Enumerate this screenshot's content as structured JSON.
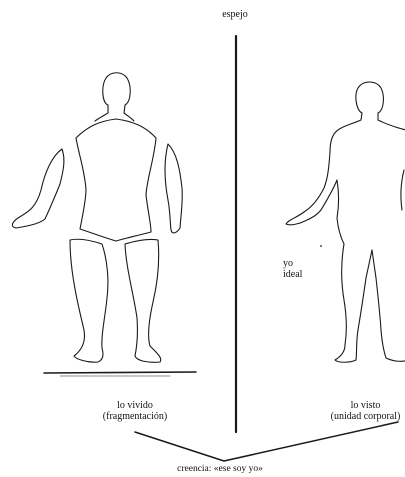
{
  "labels": {
    "mirror": "espejo",
    "lived_line1": "lo vivido",
    "lived_line2": "(fragmentación)",
    "seen_line1": "lo visto",
    "seen_line2": "(unidad corporal)",
    "ideal_line1": "yo",
    "ideal_line2": "ideal",
    "belief": "creencia: «ese soy yo»"
  }
}
